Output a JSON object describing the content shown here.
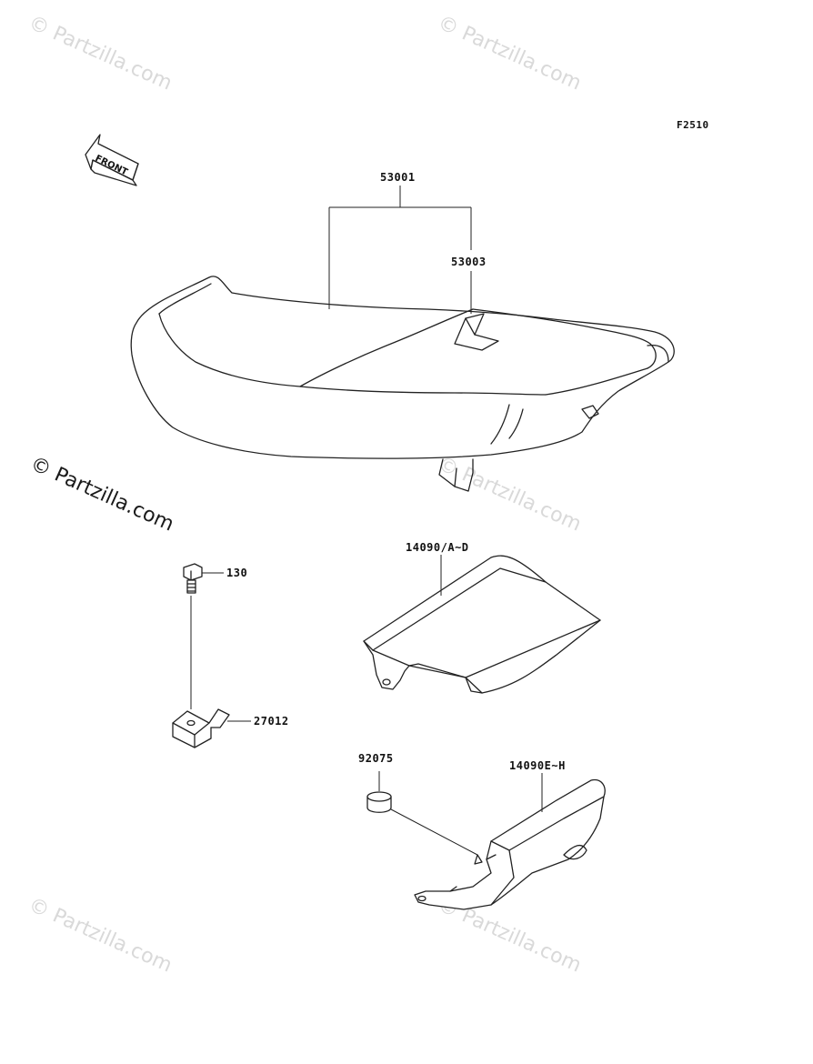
{
  "figure_code": "F2510",
  "front_label": "FRONT",
  "watermark_text": "© Partzilla.com",
  "parts": {
    "seat_assy": "53001",
    "seat_sub": "53003",
    "bolt": "130",
    "bracket": "27012",
    "cover_ad": "14090/A~D",
    "damper": "92075",
    "cover_eh": "14090E~H"
  },
  "colors": {
    "line": "#222222",
    "watermark": "#d9d9d9"
  }
}
